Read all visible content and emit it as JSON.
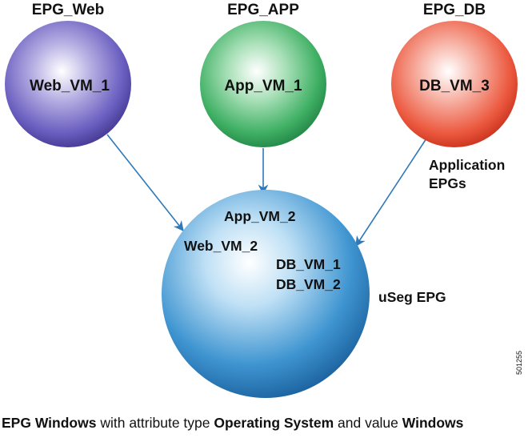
{
  "epgs": [
    {
      "title": "EPG_Web",
      "vm": "Web_VM_1"
    },
    {
      "title": "EPG_APP",
      "vm": "App_VM_1"
    },
    {
      "title": "EPG_DB",
      "vm": "DB_VM_3"
    }
  ],
  "application_label_line1": "Application",
  "application_label_line2": "EPGs",
  "useg": {
    "label": "uSeg EPG",
    "vms": [
      "App_VM_2",
      "Web_VM_2",
      "DB_VM_1",
      "DB_VM_2"
    ]
  },
  "figure_id": "501255",
  "caption": {
    "part1": "EPG Windows",
    "part2": " with attribute type ",
    "part3": "Operating System",
    "part4": " and value ",
    "part5": "Windows"
  },
  "colors": {
    "web": "#4b3f9e",
    "app": "#2f9b55",
    "db": "#e5452f",
    "useg": "#1f77b8",
    "arrow": "#2f79b9"
  }
}
